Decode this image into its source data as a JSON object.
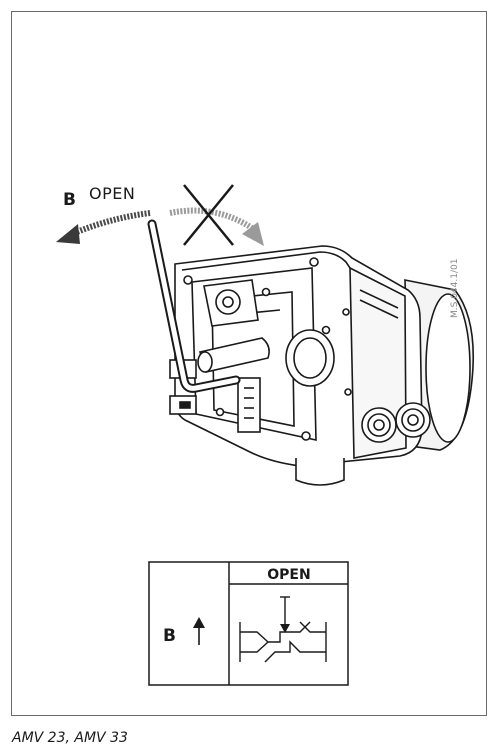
{
  "figure": {
    "label_b": "B",
    "label_open": "OPEN",
    "drawing_code": "M.S.044.1/01"
  },
  "table": {
    "header": "OPEN",
    "row_label": "B"
  },
  "caption": "AMV 23, AMV 33"
}
